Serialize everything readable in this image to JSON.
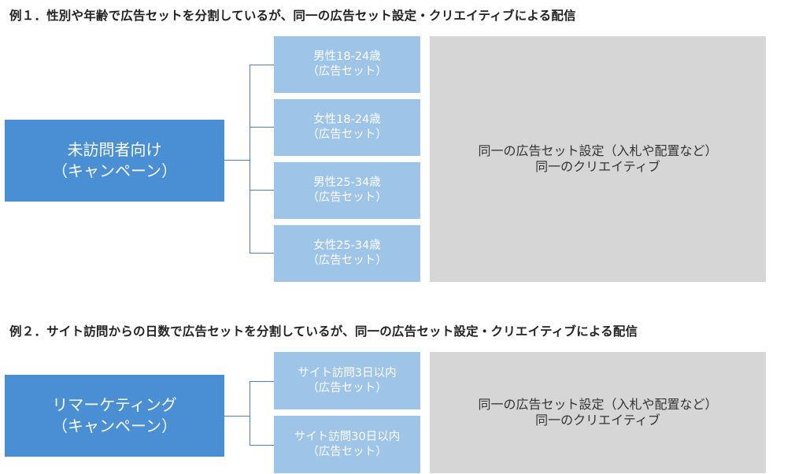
{
  "examples": [
    {
      "heading": "例１．性別や年齢で広告セットを分割しているが、同一の広告セット設定・クリエイティブによる配信",
      "campaign": {
        "line1": "未訪問者向け",
        "line2": "（キャンペーン）"
      },
      "adsets": [
        {
          "name": "男性18-24歳",
          "type": "（広告セット）"
        },
        {
          "name": "女性18-24歳",
          "type": "（広告セット）"
        },
        {
          "name": "男性25-34歳",
          "type": "（広告セット）"
        },
        {
          "name": "女性25-34歳",
          "type": "（広告セット）"
        }
      ],
      "shared": {
        "line1": "同一の広告セット設定（入札や配置など）",
        "line2": "同一のクリエイティブ"
      }
    },
    {
      "heading": "例２．サイト訪問からの日数で広告セットを分割しているが、同一の広告セット設定・クリエイティブによる配信",
      "campaign": {
        "line1": "リマーケティング",
        "line2": "（キャンペーン）"
      },
      "adsets": [
        {
          "name": "サイト訪問3日以内",
          "type": "（広告セット）"
        },
        {
          "name": "サイト訪問30日以内",
          "type": "（広告セット）"
        }
      ],
      "shared": {
        "line1": "同一の広告セット設定（入札や配置など）",
        "line2": "同一のクリエイティブ"
      }
    }
  ]
}
